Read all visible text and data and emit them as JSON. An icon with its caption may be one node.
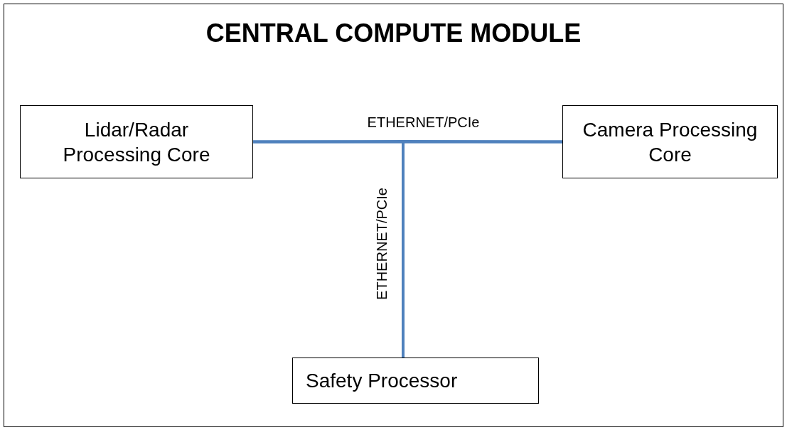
{
  "diagram": {
    "nodes": [
      {
        "text": [
          "CENTRAL COMPUTE MODULE"
        ]
      },
      {
        "text": [
          "Lidar/Radar Processing Core"
        ],
        "in": 0
      },
      {
        "text": [
          "Camera Processing Core"
        ],
        "in": 0
      },
      {
        "text": [
          "Safety Processor"
        ],
        "in": 0
      }
    ],
    "edges": [
      {
        "from": 1,
        "to": 2,
        "arrow": "none",
        "label": "ETHERNET/PCIe"
      },
      {
        "from": 1,
        "to": 3,
        "arrow": "none",
        "label": "ETHERNET/PCIe"
      },
      {
        "from": 2,
        "to": 3,
        "arrow": "none"
      }
    ]
  }
}
